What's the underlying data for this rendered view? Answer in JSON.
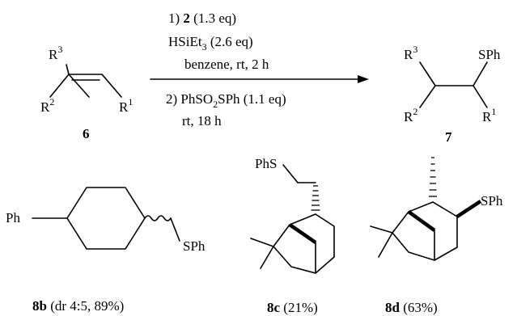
{
  "reaction": {
    "substrate": {
      "id": "6",
      "r1": "R",
      "r1_sup": "1",
      "r2": "R",
      "r2_sup": "2",
      "r3": "R",
      "r3_sup": "3"
    },
    "product": {
      "id": "7",
      "r1": "R",
      "r1_sup": "1",
      "r2": "R",
      "r2_sup": "2",
      "r3": "R",
      "r3_sup": "3",
      "sph": "SPh"
    },
    "conditions": {
      "step1_num": "1)",
      "step1_reagent": "2",
      "step1_amount": "(1.3 eq)",
      "silane_a": "HSiEt",
      "silane_sub": "3",
      "silane_amount": "(2.6 eq)",
      "solvent_line": "benzene, rt, 2 h",
      "step2_a": "2) PhSO",
      "step2_sub": "2",
      "step2_b": "SPh (1.1 eq)",
      "step2_line2": "rt, 18 h"
    }
  },
  "examples": [
    {
      "id": "8b",
      "note": "(dr 4:5, 89%)",
      "ph": "Ph",
      "sph": "SPh"
    },
    {
      "id": "8c",
      "note": "(21%)",
      "phs": "PhS"
    },
    {
      "id": "8d",
      "note": "(63%)",
      "sph": "SPh"
    }
  ]
}
